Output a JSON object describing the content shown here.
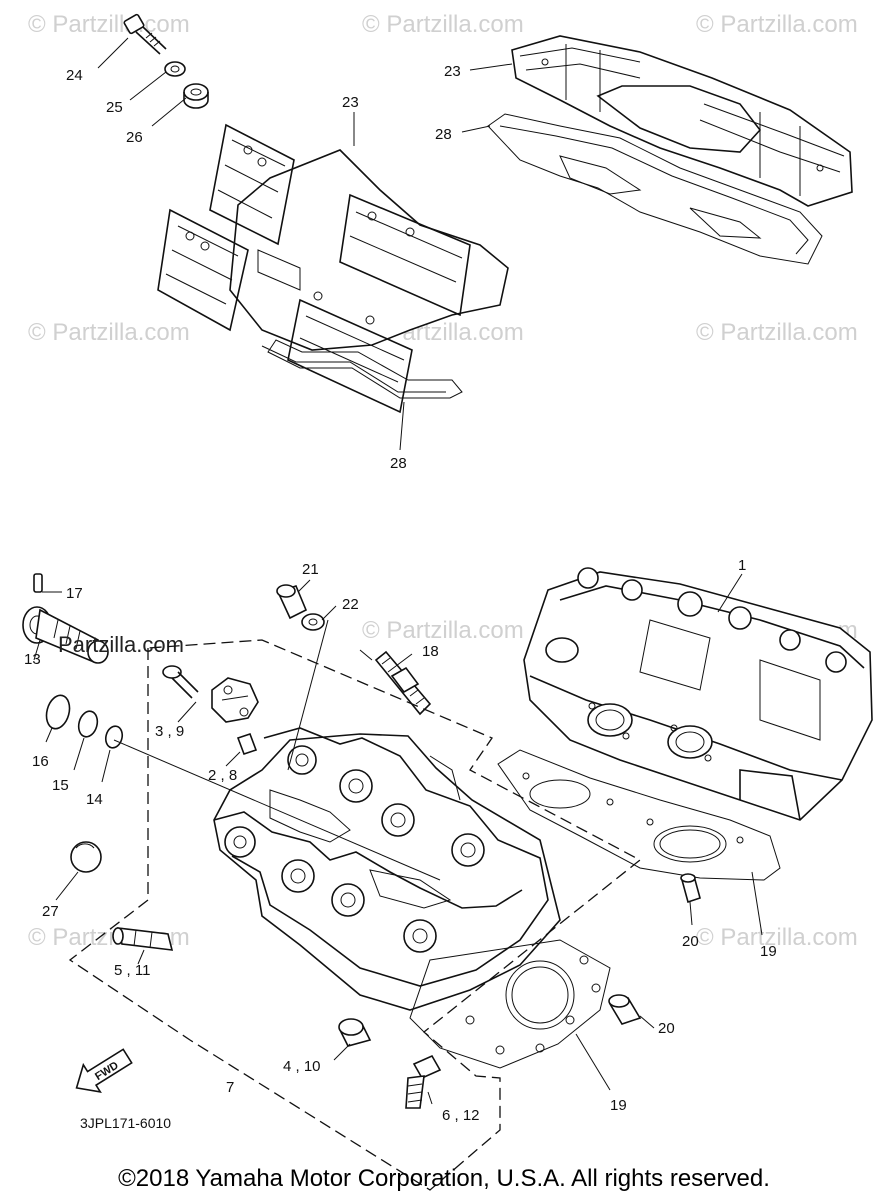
{
  "colors": {
    "ink": "#111111",
    "background": "#ffffff",
    "watermark": "#d0d0d0"
  },
  "watermark": {
    "text": "© Partzilla.com"
  },
  "logo_text": "Partzilla.com",
  "callouts": {
    "c1": "1",
    "c2_8": "2 , 8",
    "c3_9": "3 , 9",
    "c4_10": "4 , 10",
    "c5_11": "5 , 11",
    "c6_12": "6 , 12",
    "c7": "7",
    "c13": "13",
    "c14": "14",
    "c15": "15",
    "c16": "16",
    "c17": "17",
    "c18": "18",
    "c19a": "19",
    "c19b": "19",
    "c20a": "20",
    "c20b": "20",
    "c21": "21",
    "c22": "22",
    "c23a": "23",
    "c23b": "23",
    "c24": "24",
    "c25": "25",
    "c26": "26",
    "c27": "27",
    "c28a": "28",
    "c28b": "28"
  },
  "fwd_label": "FWD",
  "diagram_code": "3JPL171-6010",
  "copyright": "©2018 Yamaha Motor Corporation, U.S.A. All rights reserved."
}
